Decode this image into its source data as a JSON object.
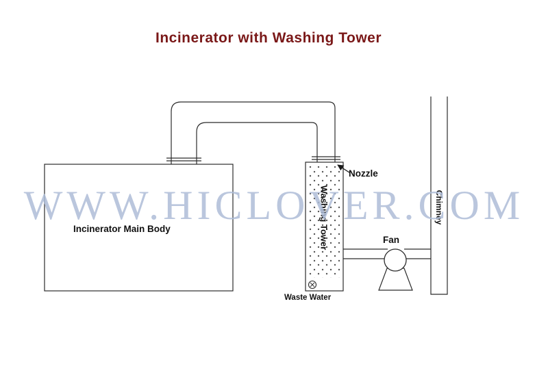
{
  "title": "Incinerator with Washing Tower",
  "watermark": "WWW.HICLOVER.COM",
  "labels": {
    "incinerator": "Incinerator Main Body",
    "nozzle": "Nozzle",
    "washing_tower": "Washing Tower",
    "fan": "Fan",
    "chimney": "Chimney",
    "waste_water": "Waste Water"
  },
  "colors": {
    "title": "#7a1818",
    "line": "#2b2b2b",
    "watermark": "#aebdd8",
    "background": "#ffffff"
  }
}
